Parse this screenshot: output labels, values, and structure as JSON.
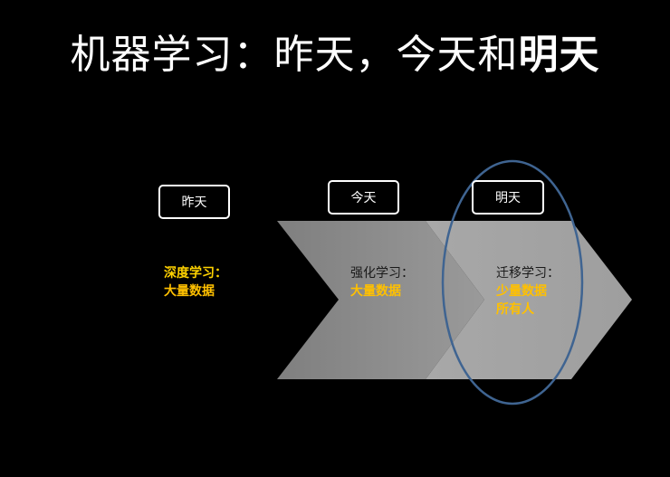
{
  "title": {
    "main": "机器学习：昨天，今天和",
    "emphasis": "明天"
  },
  "stages": [
    {
      "day": "昨天",
      "method": "深度学习：",
      "requirements": [
        "大量数据"
      ]
    },
    {
      "day": "今天",
      "method": "强化学习：",
      "requirements": [
        "大量数据"
      ]
    },
    {
      "day": "明天",
      "method": "迁移学习：",
      "requirements": [
        "少量数据",
        "所有人"
      ]
    }
  ],
  "colors": {
    "background": "#000000",
    "arrow_today": "#8c8c8c",
    "arrow_tomorrow": "#a6a6a6",
    "highlight_ellipse": "#3f6491",
    "requirement_text": "#ffc000",
    "method_yesterday": "#ffd200"
  }
}
